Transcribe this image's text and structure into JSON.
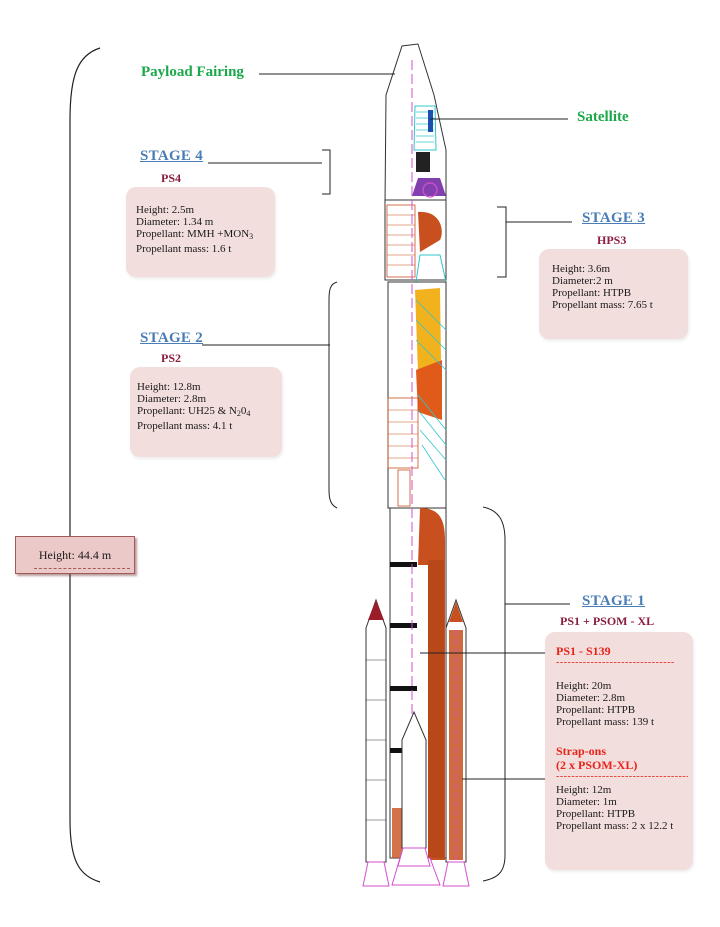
{
  "labels": {
    "payload_fairing": "Payload Fairing",
    "satellite": "Satellite",
    "overall_height": "Height: 44.4 m"
  },
  "stage4": {
    "title": "STAGE 4",
    "subtitle": "PS4",
    "height": "Height: 2.5m",
    "diameter": "Diameter: 1.34 m",
    "propellant_prefix": "Propellant: MMH +MON",
    "propellant_sub": "3",
    "mass": "Propellant mass: 1.6 t"
  },
  "stage3": {
    "title": "STAGE 3",
    "subtitle": "HPS3",
    "height": "Height: 3.6m",
    "diameter": "Diameter:2 m",
    "propellant": "Propellant: HTPB",
    "mass": "Propellant mass: 7.65 t"
  },
  "stage2": {
    "title": "STAGE 2",
    "subtitle": "PS2",
    "height": "Height: 12.8m",
    "diameter": "Diameter: 2.8m",
    "propellant_prefix": "Propellant: UH25 & N",
    "propellant_sub1": "2",
    "propellant_mid": "0",
    "propellant_sub2": "4",
    "mass": "Propellant mass: 4.1 t"
  },
  "stage1": {
    "title": "STAGE 1",
    "subtitle": "PS1 + PSOM - XL",
    "ps1": {
      "heading": "PS1 - S139",
      "dashes": "-------------------------------",
      "height": "Height: 20m",
      "diameter": "Diameter: 2.8m",
      "propellant": "Propellant: HTPB",
      "mass": "Propellant mass: 139 t"
    },
    "strapons": {
      "heading1": "Strap-ons",
      "heading2": "(2 x PSOM-XL)",
      "dashes": "-----------------------------------",
      "height": "Height: 12m",
      "diameter": "Diameter: 1m",
      "propellant": "Propellant: HTPB",
      "mass": "Propellant mass: 2 x 12.2 t"
    }
  },
  "colors": {
    "green": "#1aa84a",
    "stage_blue": "#4a7db5",
    "maroon": "#8b1e3f",
    "red": "#e8231a",
    "box_pink": "#f2dedd",
    "rocket_orange": "#c8501e",
    "rocket_yellow": "#f2b21e",
    "rocket_cyan": "#2fc7cf",
    "rocket_magenta": "#d44fd0"
  }
}
